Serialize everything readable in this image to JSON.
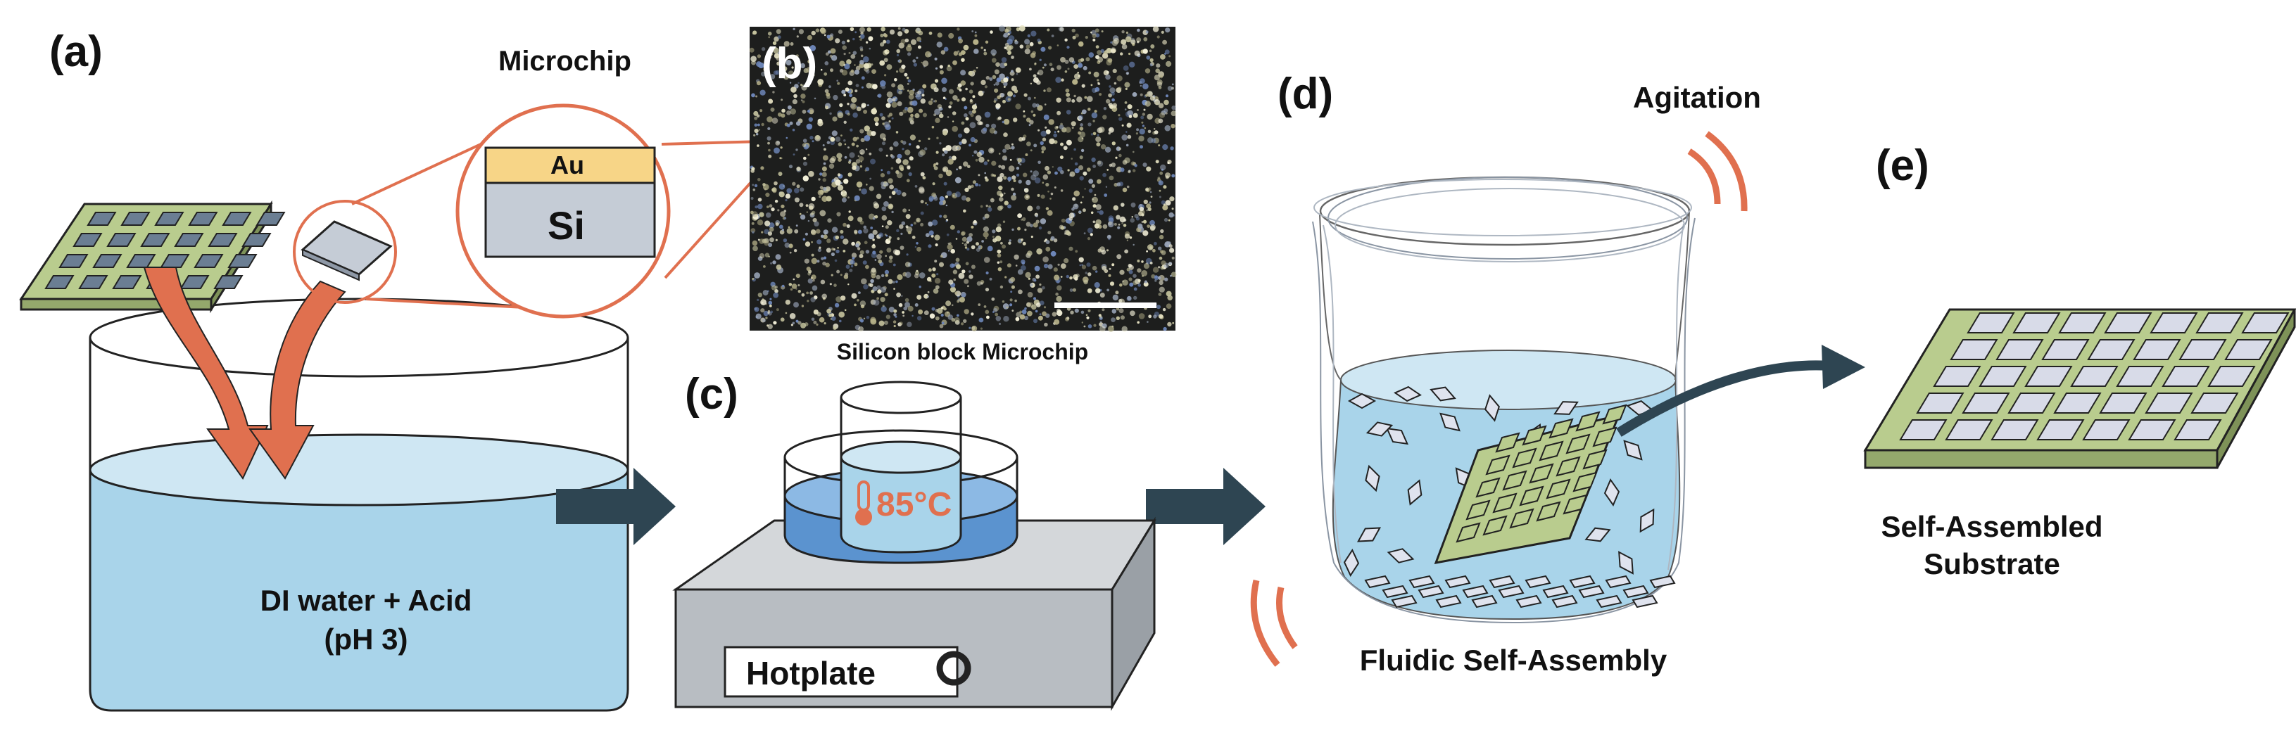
{
  "panels": {
    "a": {
      "tag": "(a)",
      "microchip_title": "Microchip",
      "layer_top": "Au",
      "layer_bottom": "Si",
      "beaker_line1": "DI water + Acid",
      "beaker_line2": "(pH 3)"
    },
    "b": {
      "tag": "(b)",
      "caption": "Silicon block Microchip"
    },
    "c": {
      "tag": "(c)",
      "temperature": "85°C",
      "device": "Hotplate"
    },
    "d": {
      "tag": "(d)",
      "agitation": "Agitation",
      "caption": "Fluidic Self-Assembly"
    },
    "e": {
      "tag": "(e)",
      "caption_line1": "Self-Assembled",
      "caption_line2": "Substrate"
    }
  },
  "colors": {
    "water": "#a9d4ea",
    "water_dark": "#5b93cf",
    "substrate": "#b9cc8e",
    "pocket": "#6b7e93",
    "arrow_orange": "#e0704f",
    "arrow_dark": "#2e4552",
    "gold": "#f7d587",
    "silicon": "#c5ccd6"
  }
}
